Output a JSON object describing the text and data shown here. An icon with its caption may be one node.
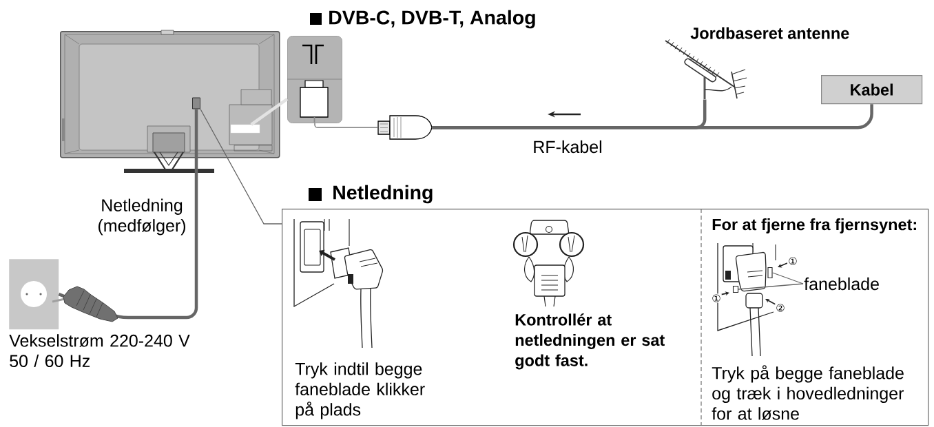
{
  "diagram": {
    "nodes": [
      {
        "text": [],
        "shape": "picture"
      },
      {
        "text": [],
        "shape": "box",
        "in": 0
      },
      {
        "text": [],
        "shape": "box",
        "in": 0
      },
      {
        "text": [],
        "shape": "picture"
      },
      {
        "text": [],
        "shape": "picture"
      },
      {
        "text": [],
        "shape": "picture",
        "beside": [
          "Jordbaseret antenne"
        ]
      },
      {
        "text": [
          "Kabel"
        ]
      },
      {
        "text": [],
        "shape": "picture",
        "beside": [
          "Vekselstrøm 220-240 V 50 / 60 Hz"
        ]
      },
      {
        "text": [
          "Netledning",
          "Tryk indtil begge faneblade klikker på plads",
          "Kontrollér at netledningen er sat godt fast.",
          "For at fjerne fra fjernsynet:",
          "Tryk på begge faneblade og træk i hovedledninger for at løsne"
        ]
      },
      {
        "text": [
          "faneblade"
        ],
        "in": 8
      },
      {
        "text": [],
        "shape": "box",
        "in": 8
      },
      {
        "text": [],
        "shape": "box",
        "in": 8
      }
    ],
    "edges": [
      {
        "from": 5,
        "to": 4,
        "arrow": "none",
        "style": "thick"
      },
      {
        "from": 6,
        "to": 4,
        "arrow": "none",
        "style": "thick"
      },
      {
        "from": 4,
        "to": 3,
        "arrow": "none"
      },
      {
        "from": 2,
        "to": 3,
        "arrow": "none",
        "style": "thick",
        "color": "#e3e3e3"
      },
      {
        "from": 1,
        "to": 7,
        "arrow": "none",
        "style": "thick",
        "label": "Netledning (medfølger)"
      },
      {
        "from": 1,
        "to": 8,
        "arrow": "none"
      },
      {
        "from": 9,
        "to": 10,
        "arrow": "none"
      },
      {
        "from": 9,
        "to": 11,
        "arrow": "none"
      }
    ],
    "labels": [
      "DVB-C, DVB-T, Analog",
      "RF-kabel",
      "①",
      "①",
      "②"
    ]
  }
}
